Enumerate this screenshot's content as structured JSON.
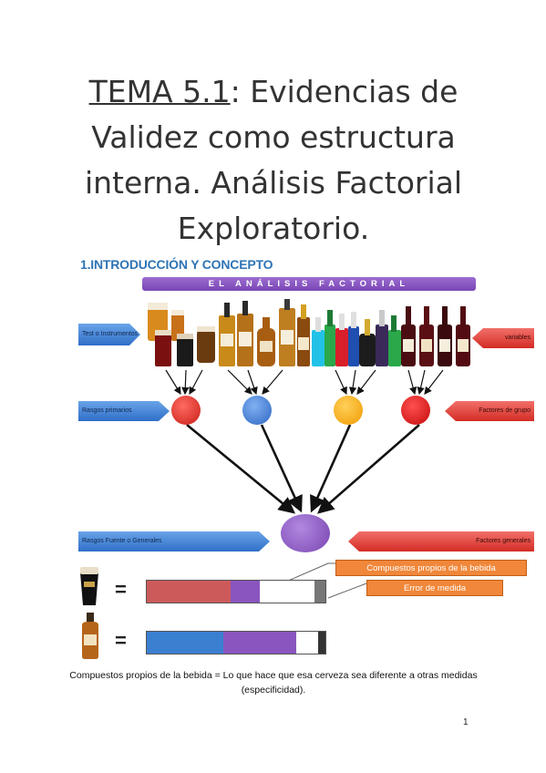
{
  "title": {
    "prefix": "TEMA 5.1",
    "rest": ": Evidencias de Validez como estructura interna. Análisis Factorial Exploratorio."
  },
  "section": {
    "heading": "1.INTRODUCCIÓN Y CONCEPTO"
  },
  "diagram": {
    "banner": "EL ANÁLISIS FACTORIAL",
    "left_arrows": {
      "tests": "Test o Instrumentos",
      "primary": "Rasgos primarios",
      "general": "Rasgos Fuente o Generales"
    },
    "right_arrows": {
      "variables": "variables",
      "group": "Factores de grupo",
      "general": "Factores generales"
    },
    "node_colors": [
      "#e0342e",
      "#3f7fd6",
      "#f9a814",
      "#e01414"
    ],
    "general_node_color": "#8a55bf",
    "labels": {
      "compounds": "Compuestos propios de la bebida",
      "error": "Error de medida"
    },
    "equals": "="
  },
  "caption": "Compuestos propios de la bebida = Lo que hace que esa cerveza sea diferente a otras medidas (especificidad).",
  "page_number": "1"
}
